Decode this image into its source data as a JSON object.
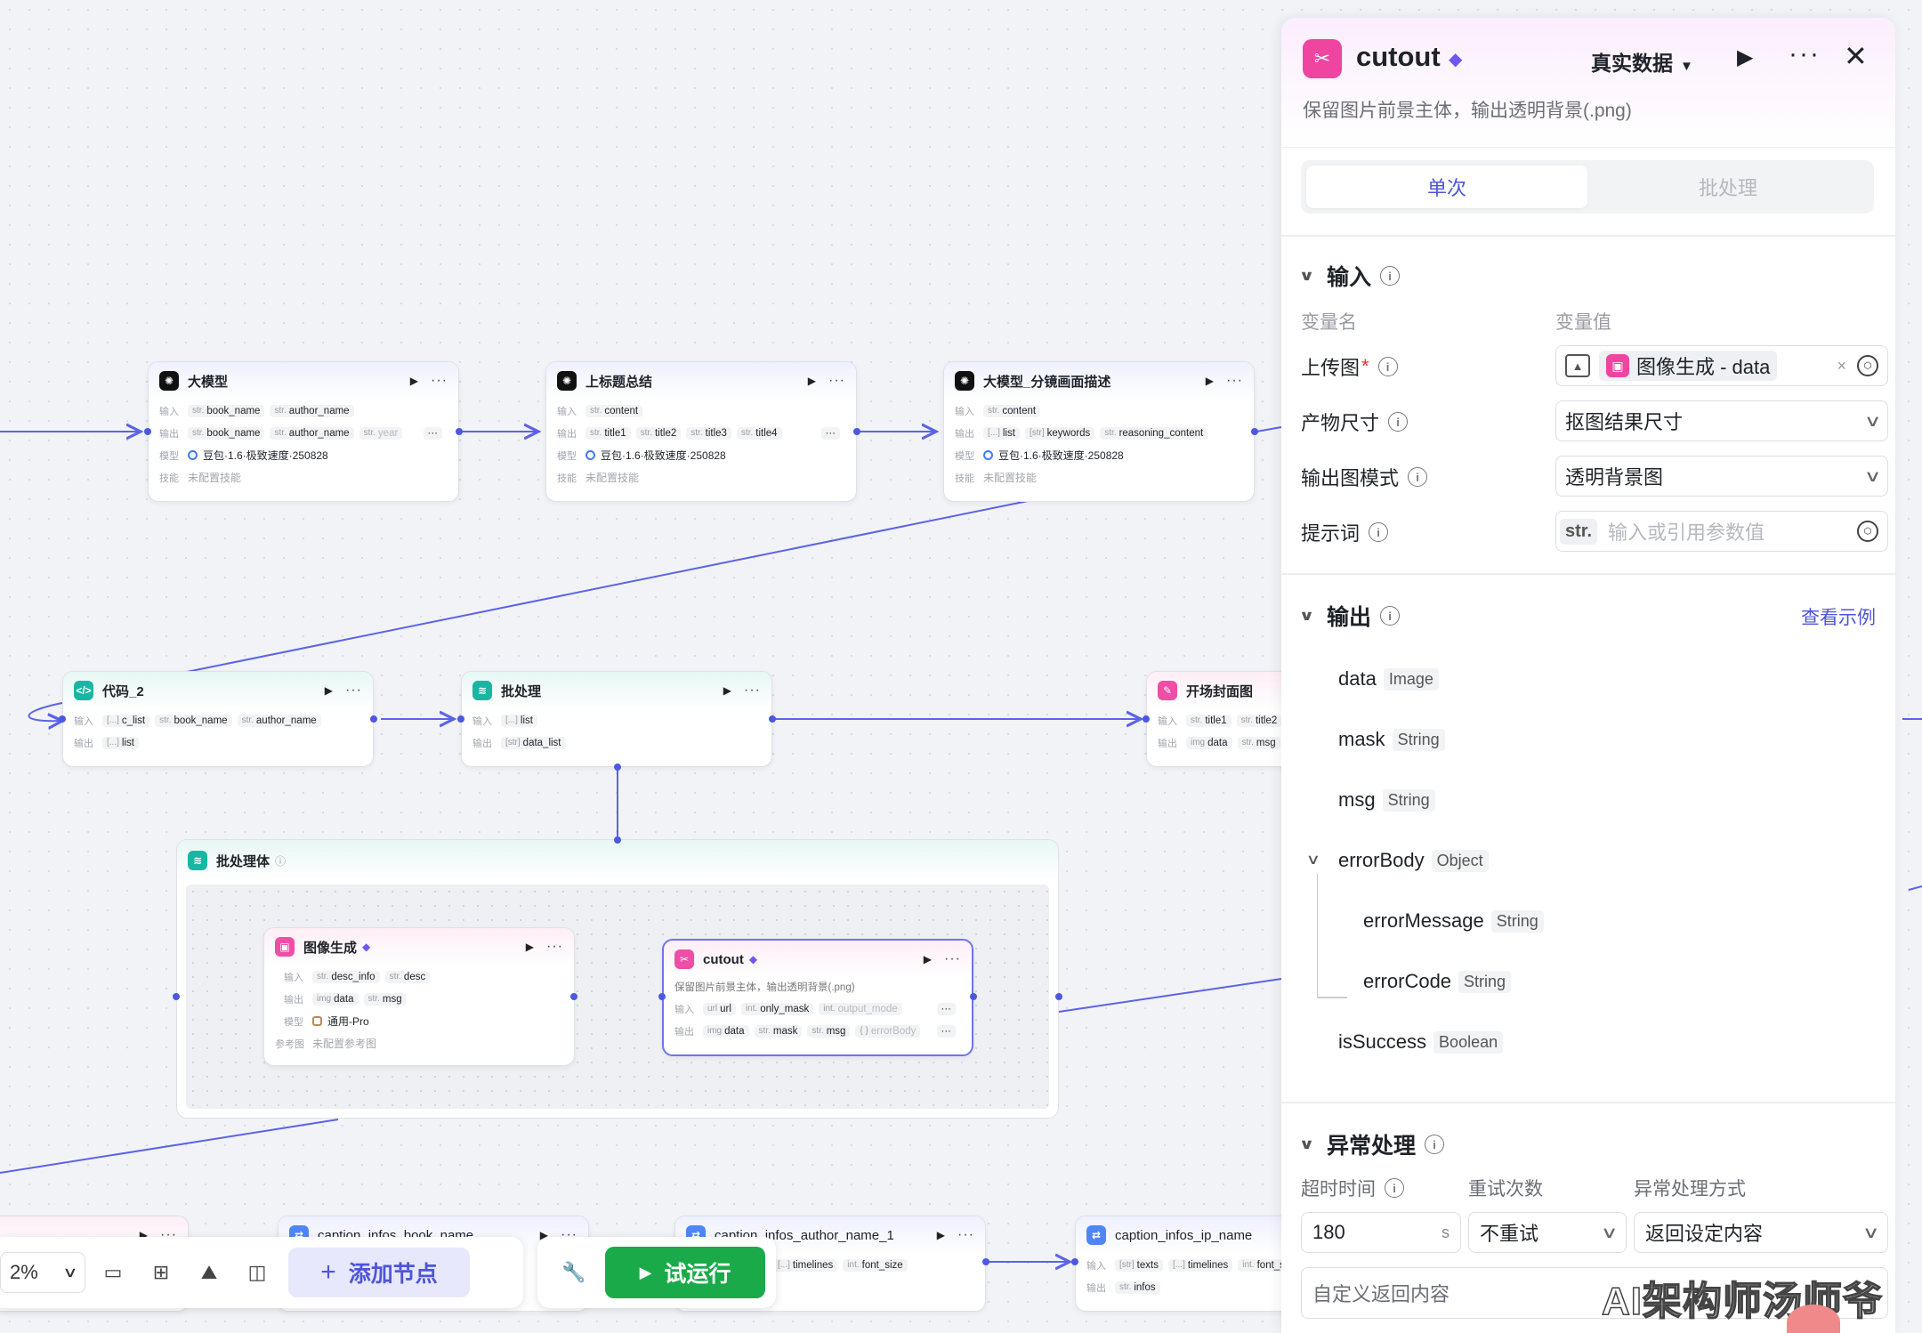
{
  "canvas": {
    "nodes": {
      "llm": {
        "title": "大模型",
        "input_label": "输入",
        "input_tags": [
          {
            "t": "str.",
            "v": "book_name"
          },
          {
            "t": "str.",
            "v": "author_name"
          }
        ],
        "output_label": "输出",
        "output_tags": [
          {
            "t": "str.",
            "v": "book_name"
          },
          {
            "t": "str.",
            "v": "author_name"
          }
        ],
        "output_extra": "year",
        "model_label": "模型",
        "model": "豆包·1.6·极致速度·250828",
        "skill_label": "技能",
        "skill": "未配置技能"
      },
      "subtitle": {
        "title": "上标题总结",
        "input_label": "输入",
        "input_tags": [
          {
            "t": "str.",
            "v": "content"
          }
        ],
        "output_label": "输出",
        "output_tags": [
          {
            "t": "str.",
            "v": "title1"
          },
          {
            "t": "str.",
            "v": "title2"
          },
          {
            "t": "str.",
            "v": "title3"
          },
          {
            "t": "str.",
            "v": "title4"
          }
        ],
        "model_label": "模型",
        "model": "豆包·1.6·极致速度·250828",
        "skill_label": "技能",
        "skill": "未配置技能"
      },
      "storyboard": {
        "title": "大模型_分镜画面描述",
        "input_label": "输入",
        "input_tags": [
          {
            "t": "str.",
            "v": "content"
          }
        ],
        "output_label": "输出",
        "output_tags": [
          {
            "t": "[...]",
            "v": "list"
          },
          {
            "t": "[str]",
            "v": "keywords"
          },
          {
            "t": "str.",
            "v": "reasoning_content"
          }
        ],
        "model_label": "模型",
        "model": "豆包·1.6·极致速度·250828",
        "skill_label": "技能",
        "skill": "未配置技能"
      },
      "code2": {
        "title": "代码_2",
        "input_label": "输入",
        "input_tags": [
          {
            "t": "[...]",
            "v": "c_list"
          },
          {
            "t": "str.",
            "v": "book_name"
          },
          {
            "t": "str.",
            "v": "author_name"
          }
        ],
        "output_label": "输出",
        "output_tags": [
          {
            "t": "[...]",
            "v": "list"
          }
        ]
      },
      "batch": {
        "title": "批处理",
        "input_label": "输入",
        "input_tags": [
          {
            "t": "[...]",
            "v": "list"
          }
        ],
        "output_label": "输出",
        "output_tags": [
          {
            "t": "[str]",
            "v": "data_list"
          }
        ]
      },
      "cover": {
        "title": "开场封面图",
        "input_label": "输入",
        "input_tags": [
          {
            "t": "str.",
            "v": "title1"
          },
          {
            "t": "str.",
            "v": "title2"
          }
        ],
        "output_label": "输出",
        "output_tags": [
          {
            "t": "img",
            "v": "data"
          },
          {
            "t": "str.",
            "v": "msg"
          }
        ]
      },
      "batch_body": {
        "title": "批处理体"
      },
      "image_gen": {
        "title": "图像生成",
        "input_label": "输入",
        "input_tags": [
          {
            "t": "str.",
            "v": "desc_info"
          },
          {
            "t": "str.",
            "v": "desc"
          }
        ],
        "output_label": "输出",
        "output_tags": [
          {
            "t": "img",
            "v": "data"
          },
          {
            "t": "str.",
            "v": "msg"
          }
        ],
        "model_label": "模型",
        "model": "通用-Pro",
        "ref_label": "参考图",
        "ref": "未配置参考图"
      },
      "cutout": {
        "title": "cutout",
        "desc": "保留图片前景主体，输出透明背景(.png)",
        "input_label": "输入",
        "input_tags": [
          {
            "t": "url",
            "v": "url"
          },
          {
            "t": "int.",
            "v": "only_mask"
          },
          {
            "t": "int.",
            "v": "output_mode"
          }
        ],
        "output_label": "输出",
        "output_tags": [
          {
            "t": "img",
            "v": "data"
          },
          {
            "t": "str.",
            "v": "mask"
          },
          {
            "t": "str.",
            "v": "msg"
          },
          {
            "t": "{ }",
            "v": "errorBody"
          }
        ]
      },
      "caption_book": {
        "title": "caption_infos_book_name"
      },
      "caption_author": {
        "title": "caption_infos_author_name_1",
        "input_tags": [
          {
            "t": "[...]",
            "v": "timelines"
          },
          {
            "t": "int.",
            "v": "font_size"
          }
        ]
      },
      "caption_ip": {
        "title": "caption_infos_ip_name",
        "input_label": "输入",
        "input_tags": [
          {
            "t": "[str]",
            "v": "texts"
          },
          {
            "t": "[...]",
            "v": "timelines"
          },
          {
            "t": "int.",
            "v": "font_s"
          }
        ],
        "output_label": "输出",
        "output_tags": [
          {
            "t": "str.",
            "v": "infos"
          }
        ]
      }
    }
  },
  "toolbar": {
    "zoom": "2%",
    "add_node_label": "添加节点",
    "run_label": "试运行"
  },
  "panel": {
    "title": "cutout",
    "source": "真实数据",
    "description": "保留图片前景主体，输出透明背景(.png)",
    "tabs": [
      "单次",
      "批处理"
    ],
    "input": {
      "section_title": "输入",
      "col_name": "变量名",
      "col_value": "变量值",
      "params": [
        {
          "label": "上传图",
          "required": true,
          "value": "图像生成 - data"
        },
        {
          "label": "产物尺寸",
          "value": "抠图结果尺寸"
        },
        {
          "label": "输出图模式",
          "value": "透明背景图"
        },
        {
          "label": "提示词",
          "placeholder": "输入或引用参数值"
        }
      ]
    },
    "output": {
      "section_title": "输出",
      "example_link": "查看示例",
      "vars": [
        {
          "name": "data",
          "type": "Image"
        },
        {
          "name": "mask",
          "type": "String"
        },
        {
          "name": "msg",
          "type": "String"
        },
        {
          "name": "errorBody",
          "type": "Object"
        },
        {
          "name": "errorMessage",
          "type": "String"
        },
        {
          "name": "errorCode",
          "type": "String"
        },
        {
          "name": "isSuccess",
          "type": "Boolean"
        }
      ]
    },
    "exception": {
      "section_title": "异常处理",
      "timeout_label": "超时时间",
      "retry_label": "重试次数",
      "mode_label": "异常处理方式",
      "timeout_value": "180",
      "timeout_unit": "s",
      "retry_value": "不重试",
      "mode_value": "返回设定内容",
      "custom_return": "自定义返回内容"
    }
  },
  "watermark": "AI架构师汤师爷"
}
